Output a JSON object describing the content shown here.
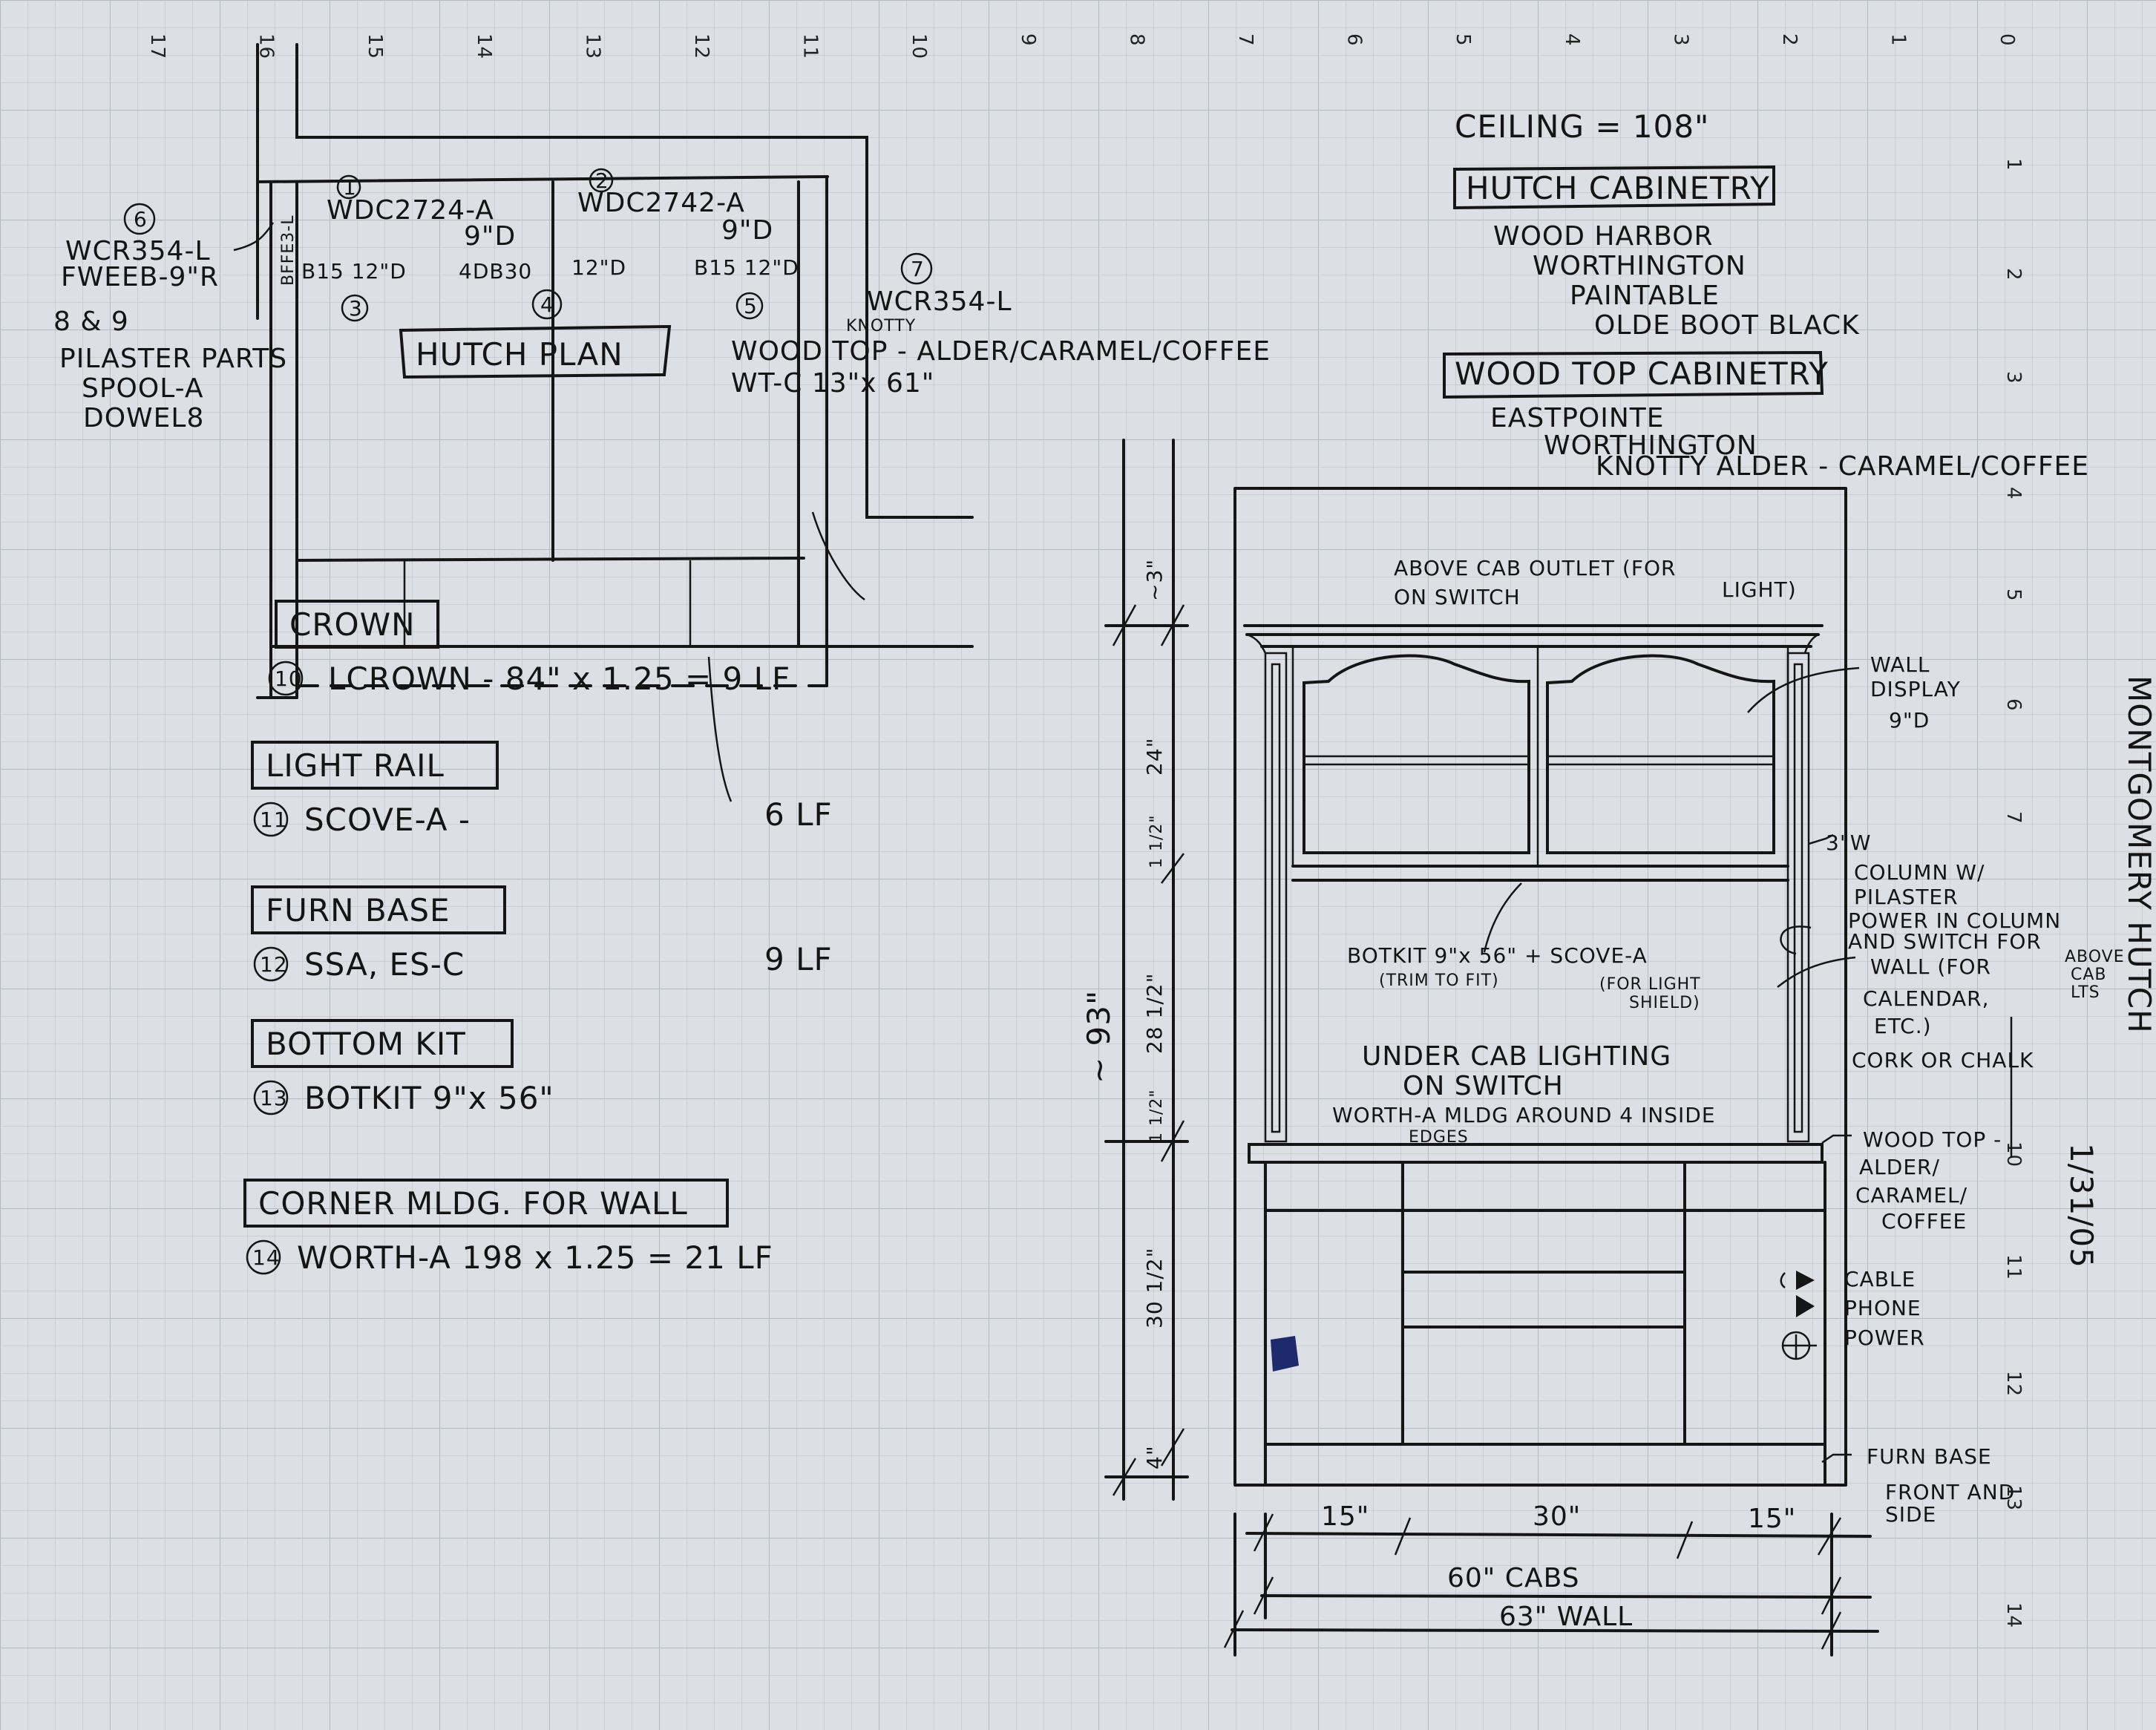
{
  "colors": {
    "paper": "#dcdfe3",
    "grid": "#bfc4ca",
    "ink": "#151515",
    "blue_mark": "#1d2a6b"
  },
  "ruler_top": [
    "17",
    "16",
    "15",
    "14",
    "13",
    "12",
    "11",
    "10",
    "9",
    "8",
    "7",
    "6",
    "5",
    "4",
    "3",
    "2",
    "1",
    "0"
  ],
  "ruler_right": [
    "1",
    "2",
    "3",
    "4",
    "5",
    "6",
    "7",
    "10",
    "11",
    "12",
    "13",
    "14"
  ],
  "plan": {
    "title": "HUTCH PLAN",
    "cab1_num": "1",
    "cab1_code": "WDC2724-A",
    "cab1_depth": "9\"D",
    "cab2_num": "2",
    "cab2_code": "WDC2742-A",
    "cab2_depth": "9\"D",
    "filler_label": "BFFE3-L",
    "base1": "B15  12\"D",
    "base2": "4DB30",
    "base2_depth": "12\"D",
    "base3": "B15  12\"D",
    "num3": "3",
    "num4": "4",
    "num5": "5",
    "num6": "6",
    "num7": "7",
    "left_note1": "WCR354-L",
    "left_note2": "FWEEB-9\"R",
    "pilaster_nums": "8 & 9",
    "pilaster_title": "PILASTER PARTS",
    "pilaster_1": "SPOOL-A",
    "pilaster_2": "DOWEL8",
    "right_note": "WCR354-L",
    "woodtop_knotty": "KNOTTY",
    "woodtop_1": "WOOD TOP - ALDER/CARAMEL/COFFEE",
    "woodtop_2": "WT-C  13\"x 61\""
  },
  "specs": {
    "ceiling": "CEILING = 108\"",
    "hutch_title": "HUTCH CABINETRY",
    "hutch_lines": [
      "WOOD HARBOR",
      "WORTHINGTON",
      "PAINTABLE",
      "OLDE BOOT BLACK"
    ],
    "woodtop_title": "WOOD TOP CABINETRY",
    "woodtop_lines": [
      "EASTPOINTE",
      "WORTHINGTON",
      "KNOTTY ALDER - CARAMEL/COFFEE"
    ]
  },
  "materials": [
    {
      "title": "CROWN",
      "num": "10",
      "item": "LCROWN - 84\" x 1.25 = 9 LF",
      "qty": ""
    },
    {
      "title": "LIGHT RAIL",
      "num": "11",
      "item": "SCOVE-A -",
      "qty": "6 LF"
    },
    {
      "title": "FURN BASE",
      "num": "12",
      "item": "SSA, ES-C",
      "qty": "9 LF"
    },
    {
      "title": "BOTTOM KIT",
      "num": "13",
      "item": "BOTKIT 9\"x 56\"",
      "qty": ""
    },
    {
      "title": "CORNER MLDG. FOR WALL",
      "num": "14",
      "item": "WORTH-A     198 x 1.25   =   21 LF",
      "qty": ""
    }
  ],
  "elevation": {
    "above_outlet_1": "ABOVE CAB OUTLET (FOR",
    "above_outlet_1b": "LIGHT)",
    "above_outlet_2": "ON SWITCH",
    "wall_display": [
      "WALL",
      "DISPLAY",
      "9\"D"
    ],
    "column": [
      "3\"W",
      "COLUMN W/",
      "PILASTER"
    ],
    "power_col": [
      "POWER IN COLUMN",
      "AND SWITCH FOR"
    ],
    "above_cab_lts": [
      "ABOVE",
      "CAB",
      "LTS"
    ],
    "wall_for": [
      "WALL (FOR",
      "CALENDAR,",
      "ETC.)"
    ],
    "cork": "CORK OR CHALK",
    "botkit_1": "BOTKIT 9\"x 56\" + SCOVE-A",
    "botkit_2": "(TRIM TO FIT)",
    "botkit_3": "(FOR LIGHT",
    "botkit_4": "SHIELD)",
    "under_cab_1": "UNDER CAB LIGHTING",
    "under_cab_2": "ON SWITCH",
    "worth_mldg": "WORTH-A  MLDG AROUND 4 INSIDE",
    "edges": "EDGES",
    "woodtop": [
      "WOOD TOP -",
      "ALDER/",
      "CARAMEL/",
      "COFFEE"
    ],
    "cable": "CABLE",
    "phone": "PHONE",
    "power": "POWER",
    "furn_base": "FURN BASE",
    "front_side_1": "FRONT AND",
    "front_side_2": "SIDE",
    "dim_total": "~ 93\"",
    "dim_3": "~3\"",
    "dim_24": "24\"",
    "dim_1h_a": "1 1/2\"",
    "dim_28": "28 1/2\"",
    "dim_1h_b": "1 1/2\"",
    "dim_30": "30 1/2\"",
    "dim_4": "4\"",
    "w_15a": "15\"",
    "w_30": "30\"",
    "w_15b": "15\"",
    "cabs": "60\" CABS",
    "wall": "63\" WALL"
  },
  "title": "MONTGOMERY HUTCH",
  "date": "1/31/05"
}
